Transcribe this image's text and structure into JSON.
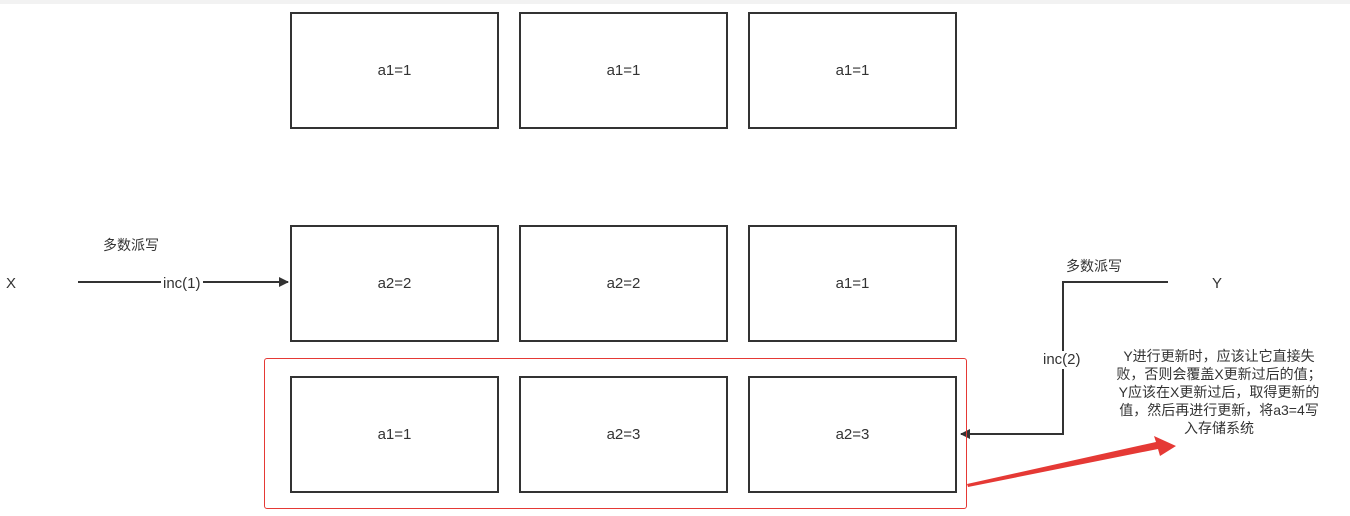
{
  "rows": {
    "row1": [
      "a1=1",
      "a1=1",
      "a1=1"
    ],
    "row2": [
      "a2=2",
      "a2=2",
      "a1=1"
    ],
    "row3": [
      "a1=1",
      "a2=3",
      "a2=3"
    ]
  },
  "client_x": {
    "name": "X",
    "caption": "多数派写",
    "edge_label": "inc(1)"
  },
  "client_y": {
    "name": "Y",
    "caption": "多数派写",
    "edge_label": "inc(2)"
  },
  "note_lines": [
    " Y进行更新时，应该让它直接失",
    "败，否则会覆盖X更新过后的值；",
    "Y应该在X更新过后，取得更新的",
    "值，然后再进行更新，将a3=4写",
    "入存储系统"
  ],
  "colors": {
    "stroke": "#333333",
    "highlight": "#e53935"
  }
}
